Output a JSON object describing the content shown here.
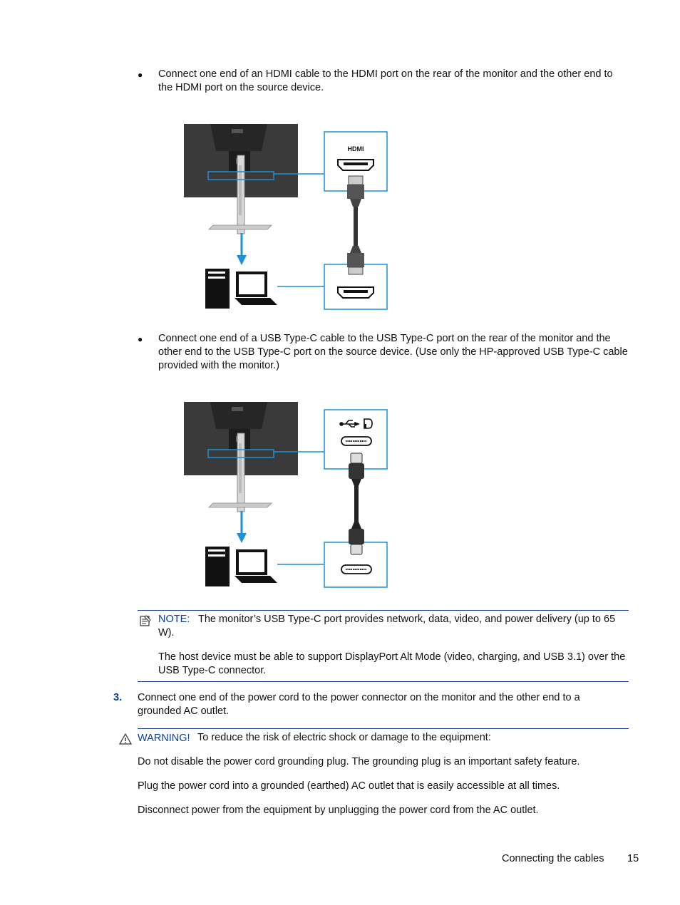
{
  "bullets": [
    "Connect one end of an HDMI cable to the HDMI port on the rear of the monitor and the other end to the HDMI port on the source device.",
    "Connect one end of a USB Type-C cable to the USB Type-C port on the rear of the monitor and the other end to the USB Type-C port on the source device. (Use only the HP-approved USB Type-C cable provided with the monitor.)"
  ],
  "bullet_glyph": "●",
  "figure1": {
    "port_label": "HDMI",
    "icon": "hdmi-port-icon"
  },
  "figure2": {
    "port_label": "",
    "icon": "usb-c-port-icon"
  },
  "note": {
    "label": "NOTE:",
    "text1": "The monitor’s USB Type-C port provides network, data, video, and power delivery (up to 65 W).",
    "text2": "The host device must be able to support DisplayPort Alt Mode (video, charging, and USB 3.1) over the USB Type-C connector."
  },
  "step": {
    "number": "3.",
    "text": "Connect one end of the power cord to the power connector on the monitor and the other end to a grounded AC outlet."
  },
  "warning": {
    "label": "WARNING!",
    "intro": "To reduce the risk of electric shock or damage to the equipment:",
    "lines": [
      "Do not disable the power cord grounding plug. The grounding plug is an important safety feature.",
      "Plug the power cord into a grounded (earthed) AC outlet that is easily accessible at all times.",
      "Disconnect power from the equipment by unplugging the power cord from the AC outlet."
    ]
  },
  "footer": {
    "section": "Connecting the cables",
    "page": "15"
  },
  "colors": {
    "accent_blue": "#1e8fd8",
    "heading_blue": "#0b3f8e"
  }
}
